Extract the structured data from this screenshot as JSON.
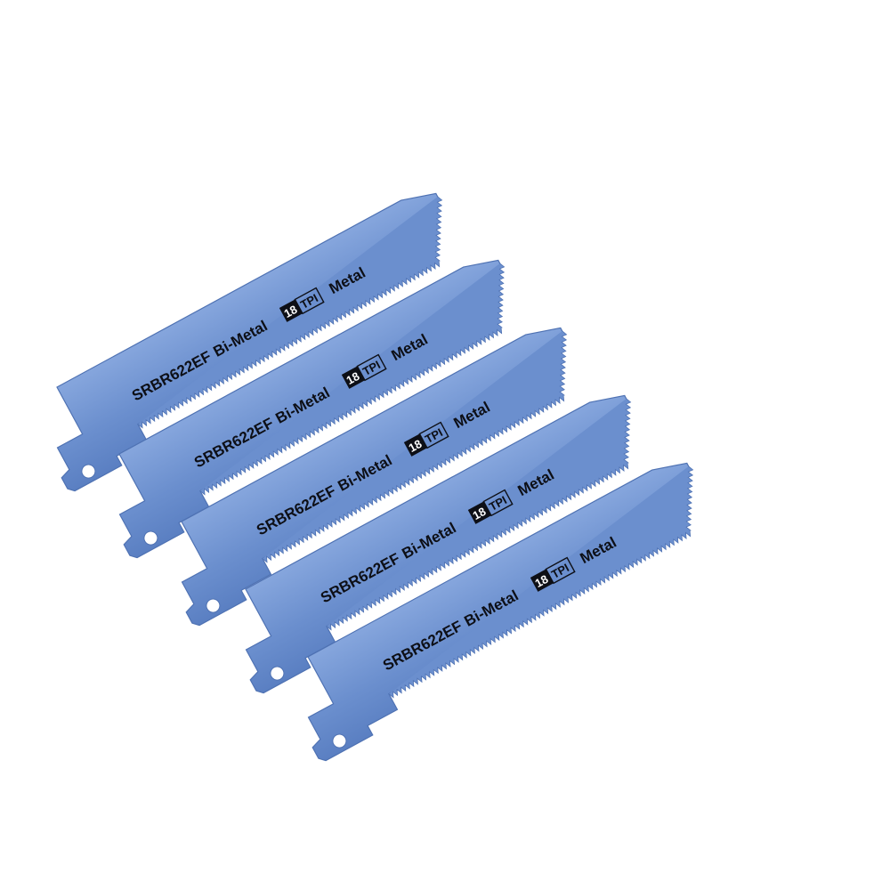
{
  "product": {
    "colors": {
      "blade_fill": "#6b8fce",
      "blade_edge": "#4f72b3",
      "blade_highlight": "#86a6dd",
      "print": "#0d0f16",
      "background": "#ffffff"
    },
    "blades": [
      {
        "model": "SRBR622EF",
        "material": "Bi-Metal",
        "tpi_number": "18",
        "tpi_unit": "TPI",
        "application": "Metal"
      },
      {
        "model": "SRBR622EF",
        "material": "Bi-Metal",
        "tpi_number": "18",
        "tpi_unit": "TPI",
        "application": "Metal"
      },
      {
        "model": "SRBR622EF",
        "material": "Bi-Metal",
        "tpi_number": "18",
        "tpi_unit": "TPI",
        "application": "Metal"
      },
      {
        "model": "SRBR622EF",
        "material": "Bi-Metal",
        "tpi_number": "18",
        "tpi_unit": "TPI",
        "application": "Metal"
      },
      {
        "model": "SRBR622EF",
        "material": "Bi-Metal",
        "tpi_number": "18",
        "tpi_unit": "TPI",
        "application": "Metal"
      }
    ]
  }
}
